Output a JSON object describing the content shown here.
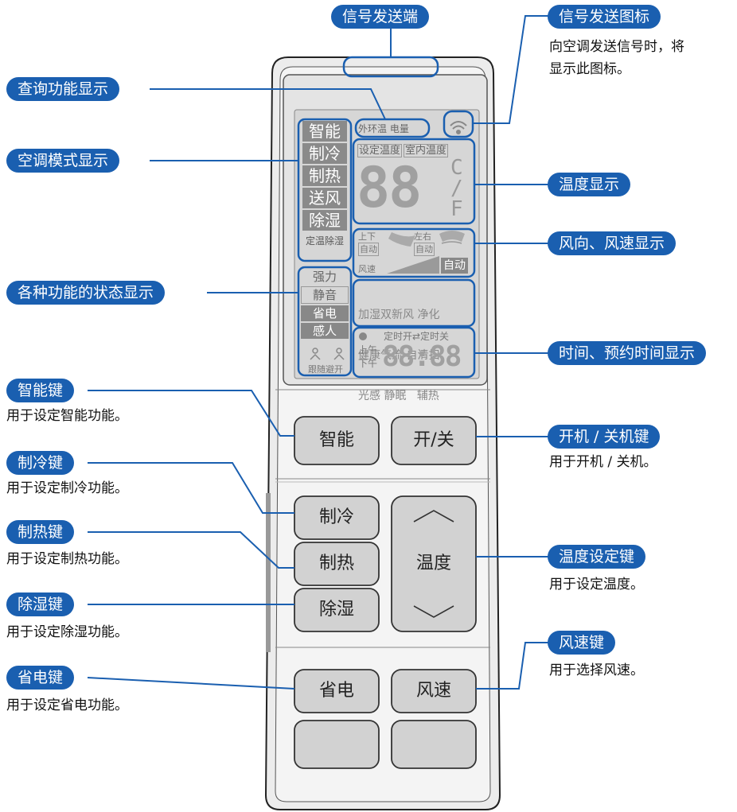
{
  "callouts": {
    "signal_emitter": "信号发送端",
    "signal_icon": "信号发送图标",
    "signal_icon_desc_1": "向空调发送信号时，将",
    "signal_icon_desc_2": "显示此图标。",
    "query_display": "查询功能显示",
    "mode_display": "空调模式显示",
    "temp_display": "温度显示",
    "wind_display": "风向、风速显示",
    "status_display": "各种功能的状态显示",
    "time_display": "时间、预约时间显示"
  },
  "keys": {
    "smart": {
      "title": "智能键",
      "desc": "用于设定智能功能。"
    },
    "power": {
      "title": "开机 / 关机键",
      "desc": "用于开机 / 关机。"
    },
    "cool": {
      "title": "制冷键",
      "desc": "用于设定制冷功能。"
    },
    "heat": {
      "title": "制热键",
      "desc": "用于设定制热功能。"
    },
    "temp": {
      "title": "温度设定键",
      "desc": "用于设定温度。"
    },
    "dehumid": {
      "title": "除湿键",
      "desc": "用于设定除湿功能。"
    },
    "fan": {
      "title": "风速键",
      "desc": "用于选择风速。"
    },
    "eco": {
      "title": "省电键",
      "desc": "用于设定省电功能。"
    }
  },
  "lcd": {
    "query_labels": "外环温 电量",
    "modes": [
      "智能",
      "制冷",
      "制热",
      "送风",
      "除湿",
      "定温除湿"
    ],
    "temp_labels": [
      "设定温度",
      "室内温度"
    ],
    "temp_digits": "88",
    "wind_ud": [
      "上下",
      "自动"
    ],
    "wind_lr": [
      "左右",
      "自动"
    ],
    "wind_speed": "风速",
    "wind_auto": "自动",
    "status_left": [
      "强力",
      "静音",
      "省电",
      "感人"
    ],
    "status_left_bottom": "跟随避开",
    "status_right": [
      "加湿双新风 净化",
      "健康气流 自清扫",
      "光感 静眠   辅热"
    ],
    "timer_labels": "定时开⇄定时关",
    "ampm": [
      "上午",
      "下午"
    ],
    "time_digits": "88:88"
  },
  "buttons": {
    "smart": "智能",
    "power": "开/关",
    "cool": "制冷",
    "heat": "制热",
    "dehumid": "除湿",
    "temp": "温度",
    "eco": "省电",
    "fan": "风速"
  },
  "colors": {
    "callout_blue": "#1a5fb0",
    "remote_body": "#f0f0f0",
    "lcd_bg": "#dcdcdc",
    "lcd_text": "#555555"
  }
}
